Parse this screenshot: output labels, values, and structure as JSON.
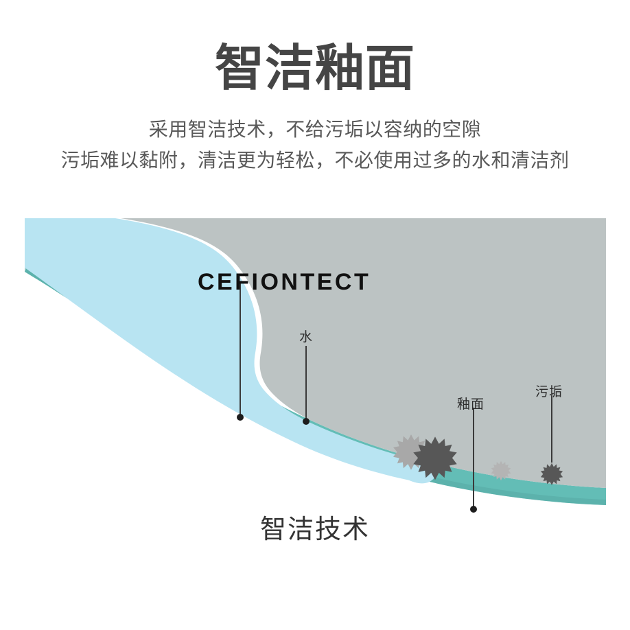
{
  "header": {
    "title": "智洁釉面",
    "subtitle_lines": [
      "采用智洁技术，不给污垢以容纳的空隙",
      "污垢难以黏附，清洁更为轻松，不必使用过多的水和清洁剂"
    ]
  },
  "illustration": {
    "brand_label": "CEFIONTECT",
    "labels": {
      "water": "水",
      "glaze": "釉面",
      "dirt": "污垢"
    },
    "colors": {
      "ceramic_body": "#bcc3c3",
      "water_layer": "#b8e4f2",
      "glaze_layer": "#63bdb6",
      "glaze_shadow": "#57aaa4",
      "dirt_dark": "#575757",
      "dirt_light": "#a8a8a8",
      "leader_line": "#3a3a3a",
      "background": "#ffffff"
    },
    "particles": [
      {
        "name": "dirt-particle-light-large",
        "shade": "light"
      },
      {
        "name": "dirt-particle-dark-large",
        "shade": "dark"
      },
      {
        "name": "dirt-particle-light-small",
        "shade": "light"
      },
      {
        "name": "dirt-particle-dark-small",
        "shade": "dark"
      }
    ]
  },
  "caption": "智洁技术"
}
